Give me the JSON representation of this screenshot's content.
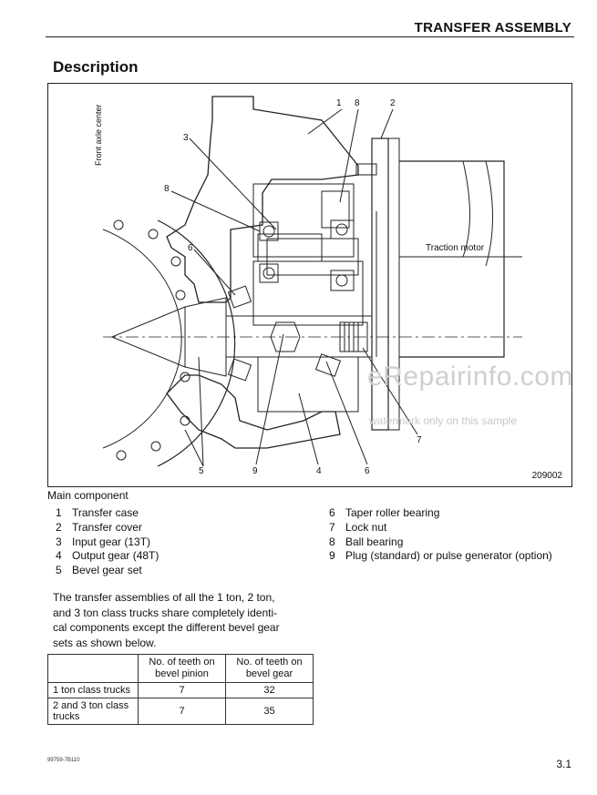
{
  "header": {
    "title": "TRANSFER ASSEMBLY"
  },
  "section": {
    "title": "Description"
  },
  "figure": {
    "code": "209002",
    "axis_label": "Front axle center",
    "traction_label": "Traction motor",
    "callouts": [
      "1",
      "8",
      "2",
      "3",
      "8",
      "6",
      "5",
      "9",
      "4",
      "6",
      "7"
    ],
    "watermark_main": "eRepairinfo.com",
    "watermark_sub": "watermark only on this sample"
  },
  "components": {
    "heading": "Main component",
    "left": [
      {
        "num": "1",
        "label": "Transfer case"
      },
      {
        "num": "2",
        "label": "Transfer cover"
      },
      {
        "num": "3",
        "label": "Input gear (13T)"
      },
      {
        "num": "4",
        "label": "Output gear (48T)"
      },
      {
        "num": "5",
        "label": "Bevel gear set"
      }
    ],
    "right": [
      {
        "num": "6",
        "label": "Taper roller bearing"
      },
      {
        "num": "7",
        "label": "Lock nut"
      },
      {
        "num": "8",
        "label": "Ball bearing"
      },
      {
        "num": "9",
        "label": "Plug (standard) or pulse generator (option)"
      }
    ]
  },
  "paragraph": {
    "lines": [
      "The transfer assemblies of all the 1 ton, 2 ton,",
      "and 3 ton class trucks share completely identi-",
      "cal components except the different bevel gear",
      "sets as shown below."
    ]
  },
  "table": {
    "headers": [
      "",
      "No. of teeth on bevel pinion",
      "No. of teeth on bevel gear"
    ],
    "rows": [
      [
        "1 ton class trucks",
        "7",
        "32"
      ],
      [
        "2 and 3 ton class trucks",
        "7",
        "35"
      ]
    ]
  },
  "footer": {
    "code": "99759-7B110",
    "page": "3.1"
  }
}
